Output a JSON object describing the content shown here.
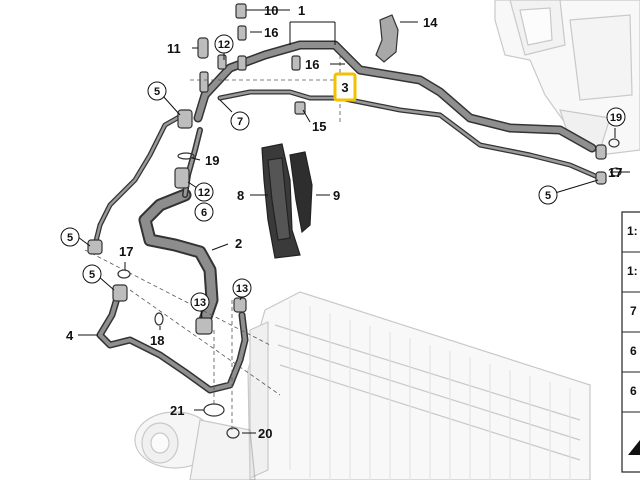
{
  "diagram": {
    "highlight_color": "#f2c200",
    "callouts": {
      "p1": "1",
      "p2": "2",
      "p3": "3",
      "p4": "4",
      "p5a": "5",
      "p5b": "5",
      "p5c": "5",
      "p5d": "5",
      "p6": "6",
      "p7": "7",
      "p8": "8",
      "p9": "9",
      "p10": "10",
      "p11": "11",
      "p12a": "12",
      "p12b": "12",
      "p13a": "13",
      "p13b": "13",
      "p14": "14",
      "p15": "15",
      "p16a": "16",
      "p16b": "16",
      "p17a": "17",
      "p17b": "17",
      "p18": "18",
      "p19a": "19",
      "p19b": "19",
      "p20": "20",
      "p21": "21"
    },
    "side_table": {
      "r1": "1:",
      "r2": "1:",
      "r3": "7",
      "r4": "6",
      "r5": "6"
    }
  }
}
